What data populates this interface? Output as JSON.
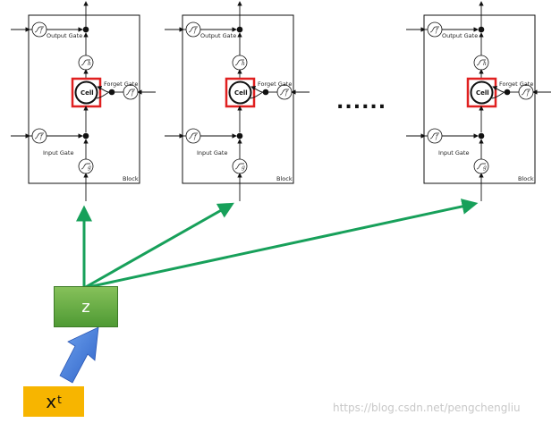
{
  "blocks": [
    {
      "output_gate": "Output Gate",
      "forget_gate": "Forget Gate",
      "input_gate": "Input Gate",
      "cell": "Cell",
      "block": "Block"
    },
    {
      "output_gate": "Output Gate",
      "forget_gate": "Forget Gate",
      "input_gate": "Input Gate",
      "cell": "Cell",
      "block": "Block"
    },
    {
      "output_gate": "Output Gate",
      "forget_gate": "Forget Gate",
      "input_gate": "Input Gate",
      "cell": "Cell",
      "block": "Block"
    }
  ],
  "gate_symbols": {
    "f": "f",
    "h": "h",
    "g": "g"
  },
  "ellipsis": "......",
  "z_label": "z",
  "x_label": "x",
  "x_superscript": "t",
  "watermark": "https://blog.csdn.net/pengchengliu",
  "colors": {
    "green_arrow": "#17a05a",
    "blue_arrow": "#3a74d9",
    "cell_highlight": "#e02020",
    "z_box": "#5aa53c",
    "x_box": "#f7b500"
  }
}
